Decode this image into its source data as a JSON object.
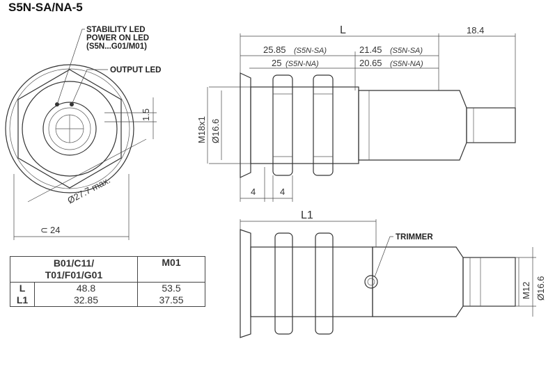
{
  "title": "S5N-SA/NA-5",
  "labels": {
    "stability_led": "STABILITY LED",
    "power_led": "POWER ON LED",
    "power_led_note": "(S5N...G01/M01)",
    "output_led": "OUTPUT LED",
    "trimmer": "TRIMMER"
  },
  "dims": {
    "L": "L",
    "d18_4": "18.4",
    "d25_85": "25.85",
    "sa1": "(S5N-SA)",
    "d21_45": "21.45",
    "sa2": "(S5N-SA)",
    "d25": "25",
    "na1": "(S5N-NA)",
    "d20_65": "20.65",
    "na2": "(S5N-NA)",
    "m18": "M18x1",
    "d16_6": "Ø16.6",
    "d4a": "4",
    "d4b": "4",
    "d1_5": "1.5",
    "d27_7": "Ø27.7 max.",
    "d24": "24",
    "L1": "L1",
    "m12": "M12",
    "d16_6b": "Ø16.6"
  },
  "table": {
    "h1": "B01/C11/",
    "h1b": "T01/F01/G01",
    "h2": "M01",
    "rows": [
      {
        "k": "L",
        "a": "48.8",
        "b": "53.5"
      },
      {
        "k": "L1",
        "a": "32.85",
        "b": "37.55"
      }
    ]
  }
}
